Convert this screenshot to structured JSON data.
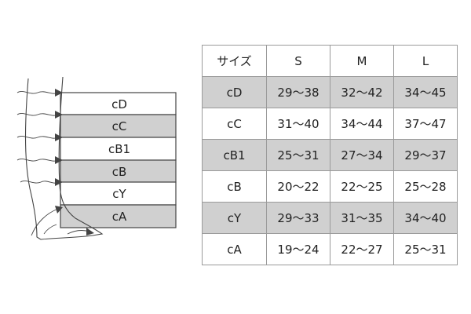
{
  "diagram": {
    "bands": [
      {
        "label": "cD",
        "shaded": false
      },
      {
        "label": "cC",
        "shaded": true
      },
      {
        "label": "cB1",
        "shaded": false
      },
      {
        "label": "cB",
        "shaded": true
      },
      {
        "label": "cY",
        "shaded": false
      },
      {
        "label": "cA",
        "shaded": true
      }
    ],
    "colors": {
      "shade": "#d0d0d0",
      "line": "#444444"
    }
  },
  "size_table": {
    "headers": [
      "サイズ",
      "S",
      "M",
      "L"
    ],
    "rows": [
      {
        "name": "cD",
        "s": "29～38",
        "m": "32～42",
        "l": "34～45",
        "shaded": true
      },
      {
        "name": "cC",
        "s": "31～40",
        "m": "34～44",
        "l": "37～47",
        "shaded": false
      },
      {
        "name": "cB1",
        "s": "25～31",
        "m": "27～34",
        "l": "29～37",
        "shaded": true
      },
      {
        "name": "cB",
        "s": "20～22",
        "m": "22～25",
        "l": "25～28",
        "shaded": false
      },
      {
        "name": "cY",
        "s": "29～33",
        "m": "31～35",
        "l": "34～40",
        "shaded": true
      },
      {
        "name": "cA",
        "s": "19～24",
        "m": "22～27",
        "l": "25～31",
        "shaded": false
      }
    ]
  }
}
